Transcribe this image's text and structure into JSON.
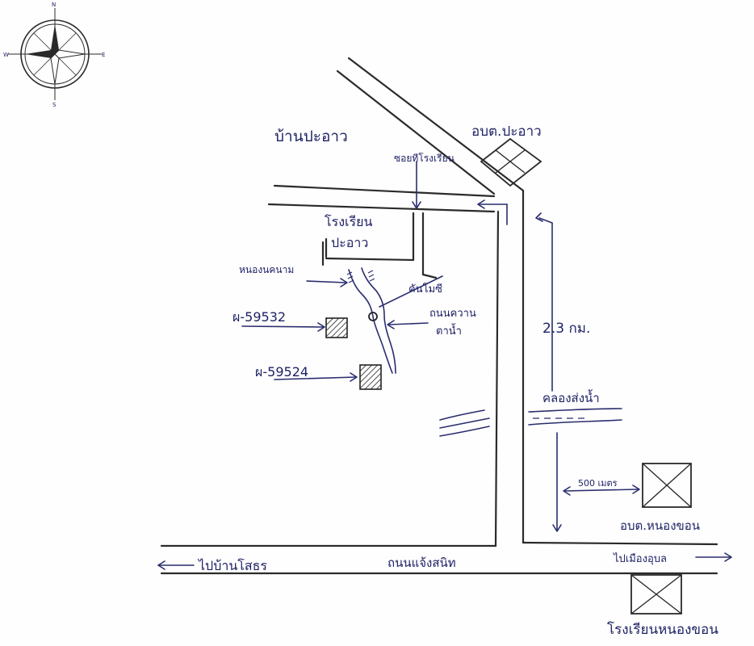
{
  "labels": {
    "village": "บ้านปะอาว",
    "sao_top": "อบต.ปะอาว",
    "alley": "ซอยทีโรงเรียน",
    "school_left_1": "โรงเรียน",
    "school_left_2": "ปะอาว",
    "swamp": "หนองนคนาม",
    "dam": "คันโมซี",
    "borehole_1": "ผ-59532",
    "borehole_2": "ผ-59524",
    "well_1": "ถนนควาน",
    "well_2": "ตาน้ำ",
    "distance_long": "2.3 กม.",
    "canal": "คลองส่งน้ำ",
    "distance_short": "500 เมตร",
    "sao_bottom": "อบต.หนองขอน",
    "to_left": "ไปบ้านโสธร",
    "main_road": "ถนนแจ้งสนิท",
    "to_right": "ไปเมืองอุบล",
    "school_bottom": "โรงเรียนหนองขอน"
  },
  "compass": {
    "north": "N",
    "south": "S",
    "east": "E",
    "west": "W"
  }
}
